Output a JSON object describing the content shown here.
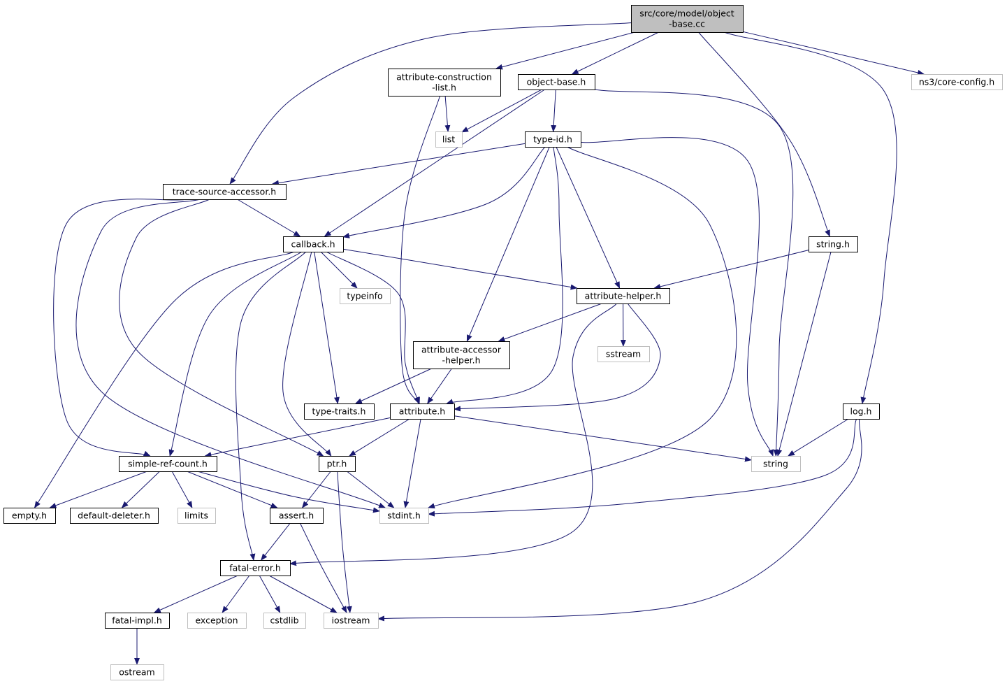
{
  "colors": {
    "edge": "#191970",
    "root_fill": "#bfbfbf",
    "node_fill": "#ffffff",
    "node_border": "#000000",
    "system_border": "#bfbfbf",
    "text": "#000000"
  },
  "nodes": [
    {
      "id": "root",
      "label": "src/core/model/object\n-base.cc",
      "kind": "root"
    },
    {
      "id": "acl",
      "label": "attribute-construction\n-list.h",
      "kind": "header"
    },
    {
      "id": "objbase",
      "label": "object-base.h",
      "kind": "header"
    },
    {
      "id": "coreconfig",
      "label": "ns3/core-config.h",
      "kind": "system"
    },
    {
      "id": "list",
      "label": "list",
      "kind": "system"
    },
    {
      "id": "typeid",
      "label": "type-id.h",
      "kind": "header"
    },
    {
      "id": "tsa",
      "label": "trace-source-accessor.h",
      "kind": "header"
    },
    {
      "id": "stringh",
      "label": "string.h",
      "kind": "header"
    },
    {
      "id": "callback",
      "label": "callback.h",
      "kind": "header"
    },
    {
      "id": "typeinfo",
      "label": "typeinfo",
      "kind": "system"
    },
    {
      "id": "attrhelper",
      "label": "attribute-helper.h",
      "kind": "header"
    },
    {
      "id": "aah",
      "label": "attribute-accessor\n-helper.h",
      "kind": "header"
    },
    {
      "id": "sstream",
      "label": "sstream",
      "kind": "system"
    },
    {
      "id": "typetraits",
      "label": "type-traits.h",
      "kind": "header"
    },
    {
      "id": "attribute",
      "label": "attribute.h",
      "kind": "header"
    },
    {
      "id": "log",
      "label": "log.h",
      "kind": "header"
    },
    {
      "id": "srcount",
      "label": "simple-ref-count.h",
      "kind": "header"
    },
    {
      "id": "ptr",
      "label": "ptr.h",
      "kind": "header"
    },
    {
      "id": "string",
      "label": "string",
      "kind": "system"
    },
    {
      "id": "empty",
      "label": "empty.h",
      "kind": "header"
    },
    {
      "id": "defdel",
      "label": "default-deleter.h",
      "kind": "header"
    },
    {
      "id": "limits",
      "label": "limits",
      "kind": "system"
    },
    {
      "id": "assert",
      "label": "assert.h",
      "kind": "header"
    },
    {
      "id": "stdint",
      "label": "stdint.h",
      "kind": "system"
    },
    {
      "id": "fatalerror",
      "label": "fatal-error.h",
      "kind": "header"
    },
    {
      "id": "fatalimpl",
      "label": "fatal-impl.h",
      "kind": "header"
    },
    {
      "id": "exception",
      "label": "exception",
      "kind": "system"
    },
    {
      "id": "cstdlib",
      "label": "cstdlib",
      "kind": "system"
    },
    {
      "id": "iostream",
      "label": "iostream",
      "kind": "system"
    },
    {
      "id": "ostream",
      "label": "ostream",
      "kind": "system"
    }
  ],
  "edges": [
    {
      "from": "root",
      "to": "acl"
    },
    {
      "from": "root",
      "to": "objbase"
    },
    {
      "from": "root",
      "to": "coreconfig"
    },
    {
      "from": "root",
      "to": "tsa"
    },
    {
      "from": "root",
      "to": "stringh"
    },
    {
      "from": "root",
      "to": "log"
    },
    {
      "from": "acl",
      "to": "list"
    },
    {
      "from": "acl",
      "to": "attribute"
    },
    {
      "from": "objbase",
      "to": "list"
    },
    {
      "from": "objbase",
      "to": "typeid"
    },
    {
      "from": "objbase",
      "to": "callback"
    },
    {
      "from": "objbase",
      "to": "string"
    },
    {
      "from": "typeid",
      "to": "tsa"
    },
    {
      "from": "typeid",
      "to": "callback"
    },
    {
      "from": "typeid",
      "to": "attrhelper"
    },
    {
      "from": "typeid",
      "to": "aah"
    },
    {
      "from": "typeid",
      "to": "attribute"
    },
    {
      "from": "typeid",
      "to": "stdint"
    },
    {
      "from": "typeid",
      "to": "string"
    },
    {
      "from": "tsa",
      "to": "callback"
    },
    {
      "from": "tsa",
      "to": "srcount"
    },
    {
      "from": "tsa",
      "to": "ptr"
    },
    {
      "from": "tsa",
      "to": "stdint"
    },
    {
      "from": "callback",
      "to": "typeinfo"
    },
    {
      "from": "callback",
      "to": "attrhelper"
    },
    {
      "from": "callback",
      "to": "typetraits"
    },
    {
      "from": "callback",
      "to": "attribute"
    },
    {
      "from": "callback",
      "to": "ptr"
    },
    {
      "from": "callback",
      "to": "srcount"
    },
    {
      "from": "callback",
      "to": "empty"
    },
    {
      "from": "callback",
      "to": "fatalerror"
    },
    {
      "from": "stringh",
      "to": "attrhelper"
    },
    {
      "from": "stringh",
      "to": "string"
    },
    {
      "from": "attrhelper",
      "to": "aah"
    },
    {
      "from": "attrhelper",
      "to": "sstream"
    },
    {
      "from": "attrhelper",
      "to": "attribute"
    },
    {
      "from": "attrhelper",
      "to": "fatalerror"
    },
    {
      "from": "aah",
      "to": "typetraits"
    },
    {
      "from": "aah",
      "to": "attribute"
    },
    {
      "from": "attribute",
      "to": "srcount"
    },
    {
      "from": "attribute",
      "to": "ptr"
    },
    {
      "from": "attribute",
      "to": "stdint"
    },
    {
      "from": "attribute",
      "to": "string"
    },
    {
      "from": "log",
      "to": "string"
    },
    {
      "from": "log",
      "to": "stdint"
    },
    {
      "from": "log",
      "to": "iostream"
    },
    {
      "from": "srcount",
      "to": "empty"
    },
    {
      "from": "srcount",
      "to": "defdel"
    },
    {
      "from": "srcount",
      "to": "limits"
    },
    {
      "from": "srcount",
      "to": "assert"
    },
    {
      "from": "srcount",
      "to": "stdint"
    },
    {
      "from": "ptr",
      "to": "assert"
    },
    {
      "from": "ptr",
      "to": "stdint"
    },
    {
      "from": "ptr",
      "to": "iostream"
    },
    {
      "from": "assert",
      "to": "fatalerror"
    },
    {
      "from": "assert",
      "to": "iostream"
    },
    {
      "from": "fatalerror",
      "to": "fatalimpl"
    },
    {
      "from": "fatalerror",
      "to": "exception"
    },
    {
      "from": "fatalerror",
      "to": "cstdlib"
    },
    {
      "from": "fatalerror",
      "to": "iostream"
    },
    {
      "from": "fatalimpl",
      "to": "ostream"
    }
  ]
}
